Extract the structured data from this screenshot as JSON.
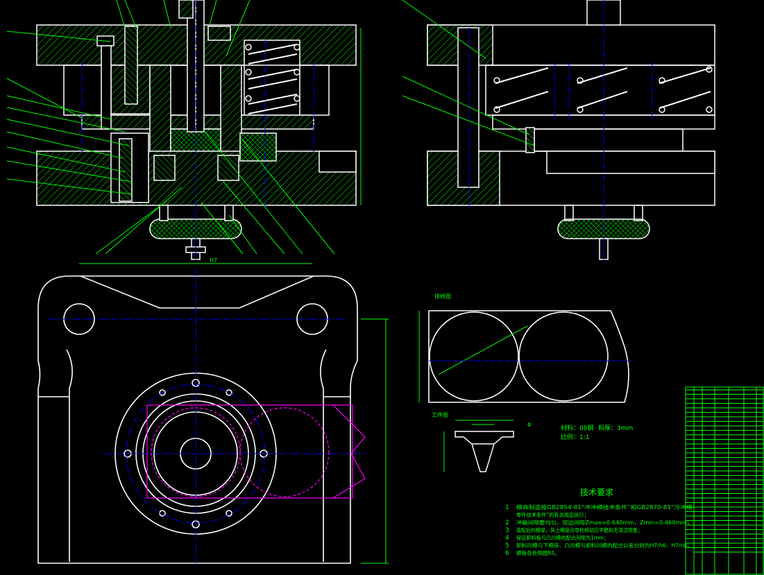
{
  "labels": {
    "blank_layout_title": "排样图",
    "workpiece_title": "工件图",
    "material": "材料：08钢",
    "thickness": "料厚：3mm",
    "scale": "比例：1:1",
    "tech_title": "技术要求",
    "tech_items": [
      {
        "num": "1",
        "text": "模具制造按GB2854-81“冲冲模技术条件”和GB2870-81“冷冲模"
      },
      {
        "num": "",
        "text": "零件技术条件”的有关规定执行；"
      },
      {
        "num": "2",
        "text": "冲裁间隙要均匀，双边间隙Zmax=0.640mm，Zmin=0.460mm；"
      },
      {
        "num": "3",
        "text": "装配后的模架，其上模座沿导柱移动应平稳和无滞涩现象；"
      },
      {
        "num": "4",
        "text": "保证卸料板与凸凹模的配合间隙为1mm；"
      },
      {
        "num": "5",
        "text": "卸料凹模与下模座、凸凹模与卸料凹模的配合公差分别为H7/h6、H7/n6；"
      },
      {
        "num": "6",
        "text": "模板各处倒圆R5。"
      }
    ],
    "dim_small": "H7",
    "dim_right": "φ"
  },
  "colors": {
    "outline": "#ffffff",
    "leader": "#00ff00",
    "center": "#0000ff",
    "strip": "#ff00ff",
    "background": "#000000"
  }
}
